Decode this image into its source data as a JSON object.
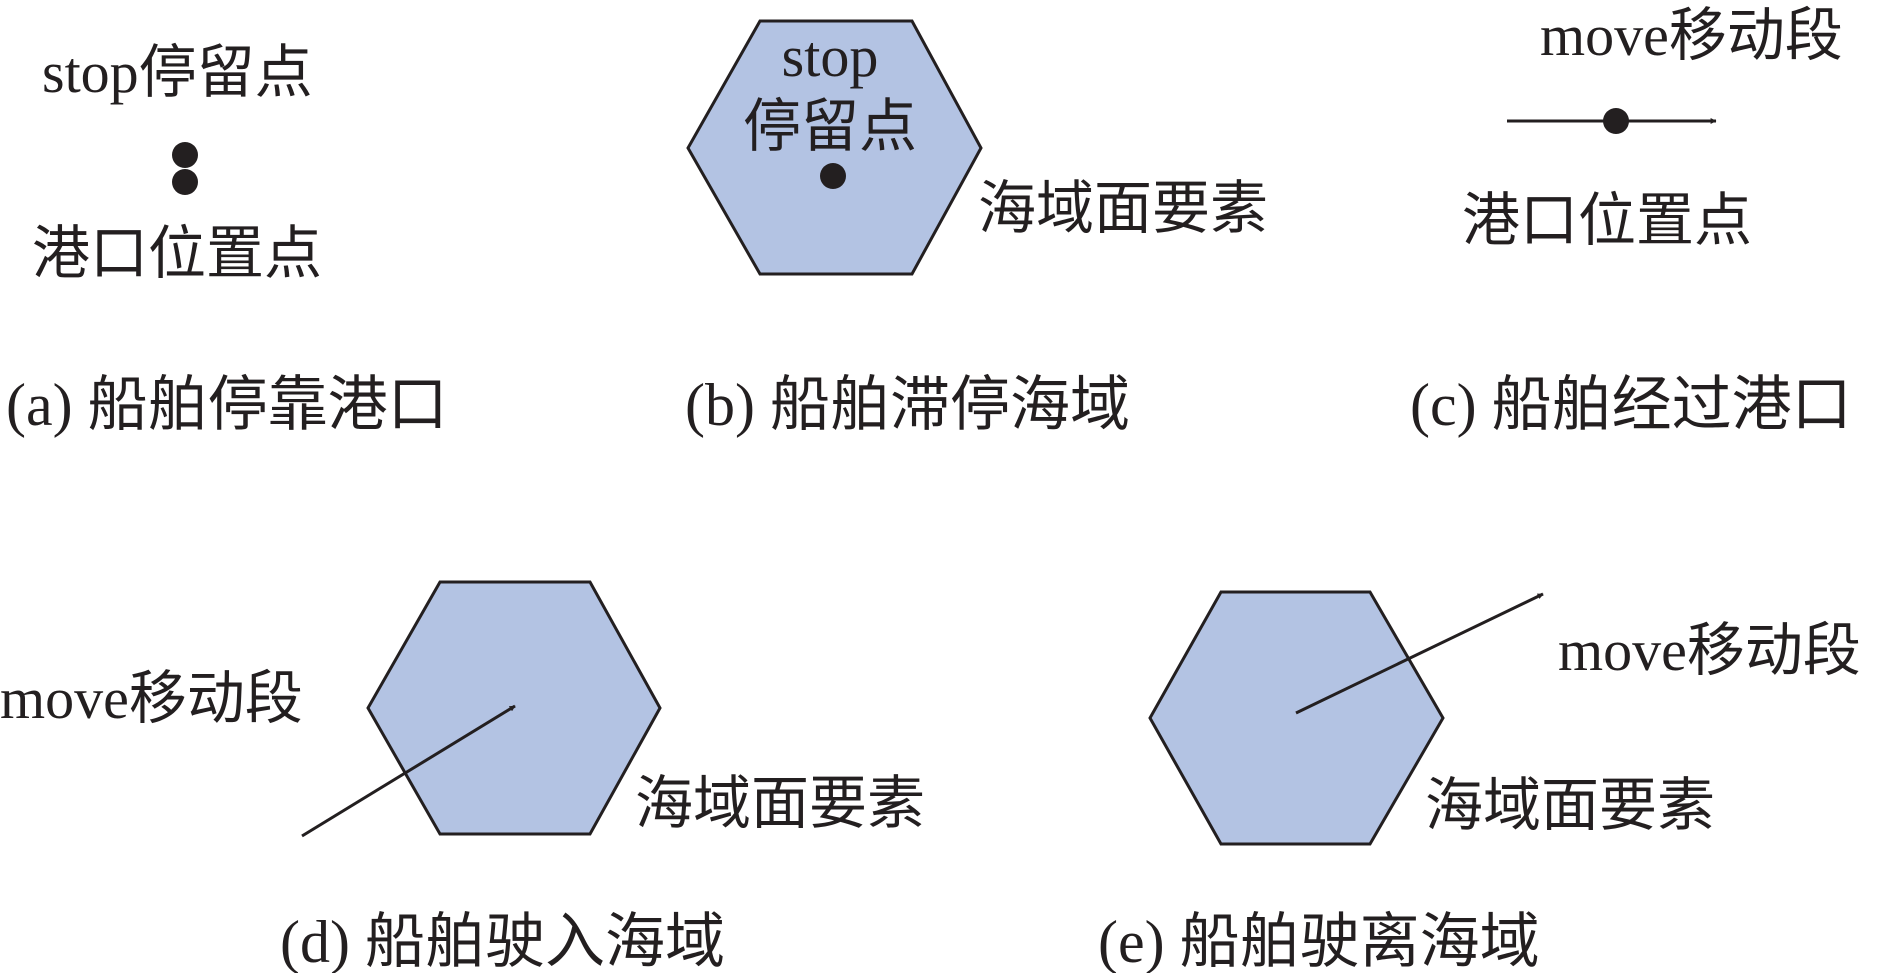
{
  "colors": {
    "hexagon_fill": "#b3c3e3",
    "stroke": "#231f20",
    "text": "#231f20",
    "background": "#ffffff"
  },
  "panels": {
    "a": {
      "stop_label": "stop停留点",
      "port_label": "港口位置点",
      "caption": "(a) 船舶停靠港口"
    },
    "b": {
      "stop_label_line1": "stop",
      "stop_label_line2": "停留点",
      "sea_label": "海域面要素",
      "caption": "(b) 船舶滞停海域"
    },
    "c": {
      "move_label": "move移动段",
      "port_label": "港口位置点",
      "caption": "(c) 船舶经过港口"
    },
    "d": {
      "move_label": "move移动段",
      "sea_label": "海域面要素",
      "caption": "(d) 船舶驶入海域"
    },
    "e": {
      "move_label": "move移动段",
      "sea_label": "海域面要素",
      "caption": "(e) 船舶驶离海域"
    }
  }
}
